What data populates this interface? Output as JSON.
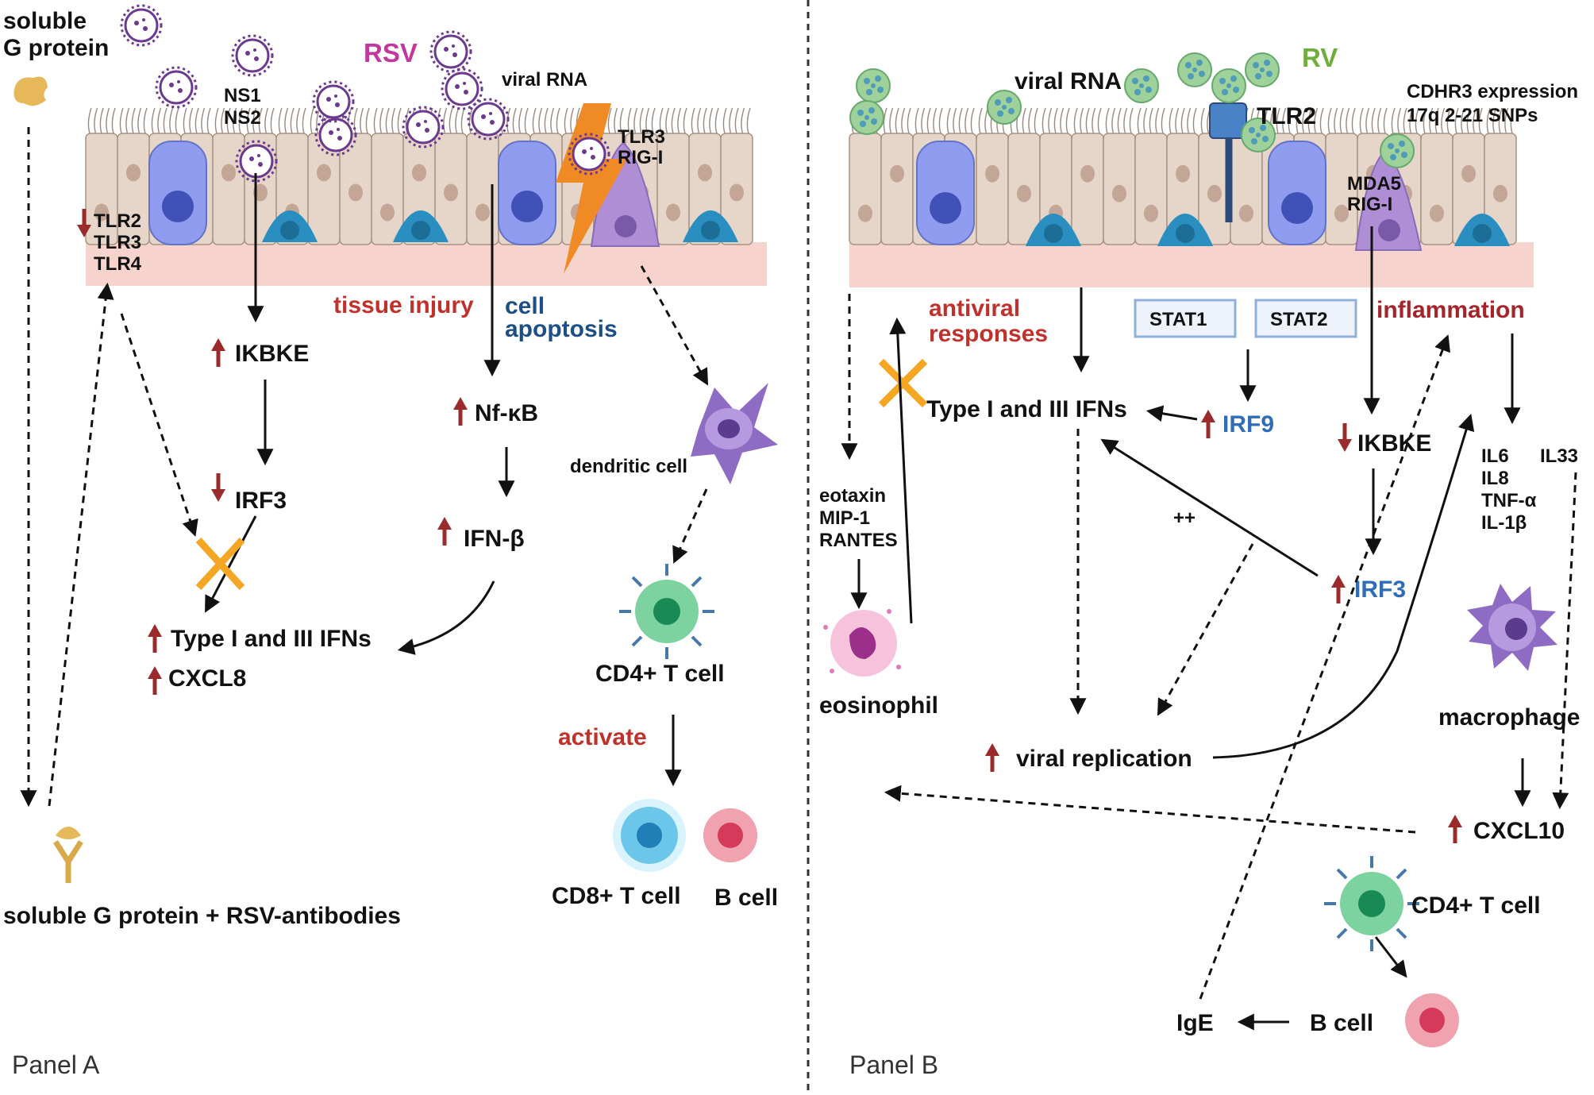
{
  "panel_a": {
    "label": "Panel A",
    "virus": "RSV",
    "soluble_g_line1": "soluble",
    "soluble_g_line2": "G protein",
    "ns1": "NS1",
    "ns2": "NS2",
    "viral_rna": "viral RNA",
    "tlr3": "TLR3",
    "rigi": "RIG-I",
    "tlr_down": [
      "TLR2",
      "TLR3",
      "TLR4"
    ],
    "tissue_injury": "tissue injury",
    "cell_apoptosis_1": "cell",
    "cell_apoptosis_2": "apoptosis",
    "ikbke": "IKBKE",
    "irf3": "IRF3",
    "nfkb": "Nf-κB",
    "ifnb": "IFN-β",
    "type_ifn": "Type I and III IFNs",
    "cxcl8": "CXCL8",
    "dendritic": "dendritic cell",
    "cd4": "CD4+ T cell",
    "activate": "activate",
    "cd8": "CD8+ T cell",
    "bcell": "B cell",
    "antibodies": "soluble G protein + RSV-antibodies"
  },
  "panel_b": {
    "label": "Panel B",
    "virus": "RV",
    "viral_rna": "viral  RNA",
    "tlr2": "TLR2",
    "cdhr3_1": "CDHR3 expression",
    "cdhr3_2": "17q 2-21 SNPs",
    "mda5": "MDA5",
    "rigi": "RIG-I",
    "antiviral_1": "antiviral",
    "antiviral_2": "responses",
    "stat1": "STAT1",
    "stat2": "STAT2",
    "inflammation": "inflammation",
    "type_ifn": "Type I and III IFNs",
    "irf9": "IRF9",
    "ikbke": "IKBKE",
    "irf3": "IRF3",
    "plusplus": "++",
    "eotaxin": "eotaxin",
    "mip1": "MIP-1",
    "rantes": "RANTES",
    "eosinophil": "eosinophil",
    "il6": "IL6",
    "il33": "IL33",
    "il8": "IL8",
    "tnfa": "TNF-α",
    "il1b": "IL-1β",
    "macrophage": "macrophage",
    "viral_replication": "viral replication",
    "cxcl10": "CXCL10",
    "cd4": "CD4+ T cell",
    "bcell": "B cell",
    "ige": "IgE"
  },
  "colors": {
    "up_arrow": "#9b2b2b",
    "tissue_red": "#c0312b",
    "apoptosis_blue": "#1d4f86",
    "ifn_blue": "#2f6db8",
    "rsv_magenta": "#c2379d",
    "rv_green": "#6fae3a",
    "epithelium": "#e6d6c9",
    "basement": "#f6d3cc",
    "goblet": "#8f9cf0",
    "basal": "#2a8fc0",
    "inhibit_x": "#f5a623"
  }
}
